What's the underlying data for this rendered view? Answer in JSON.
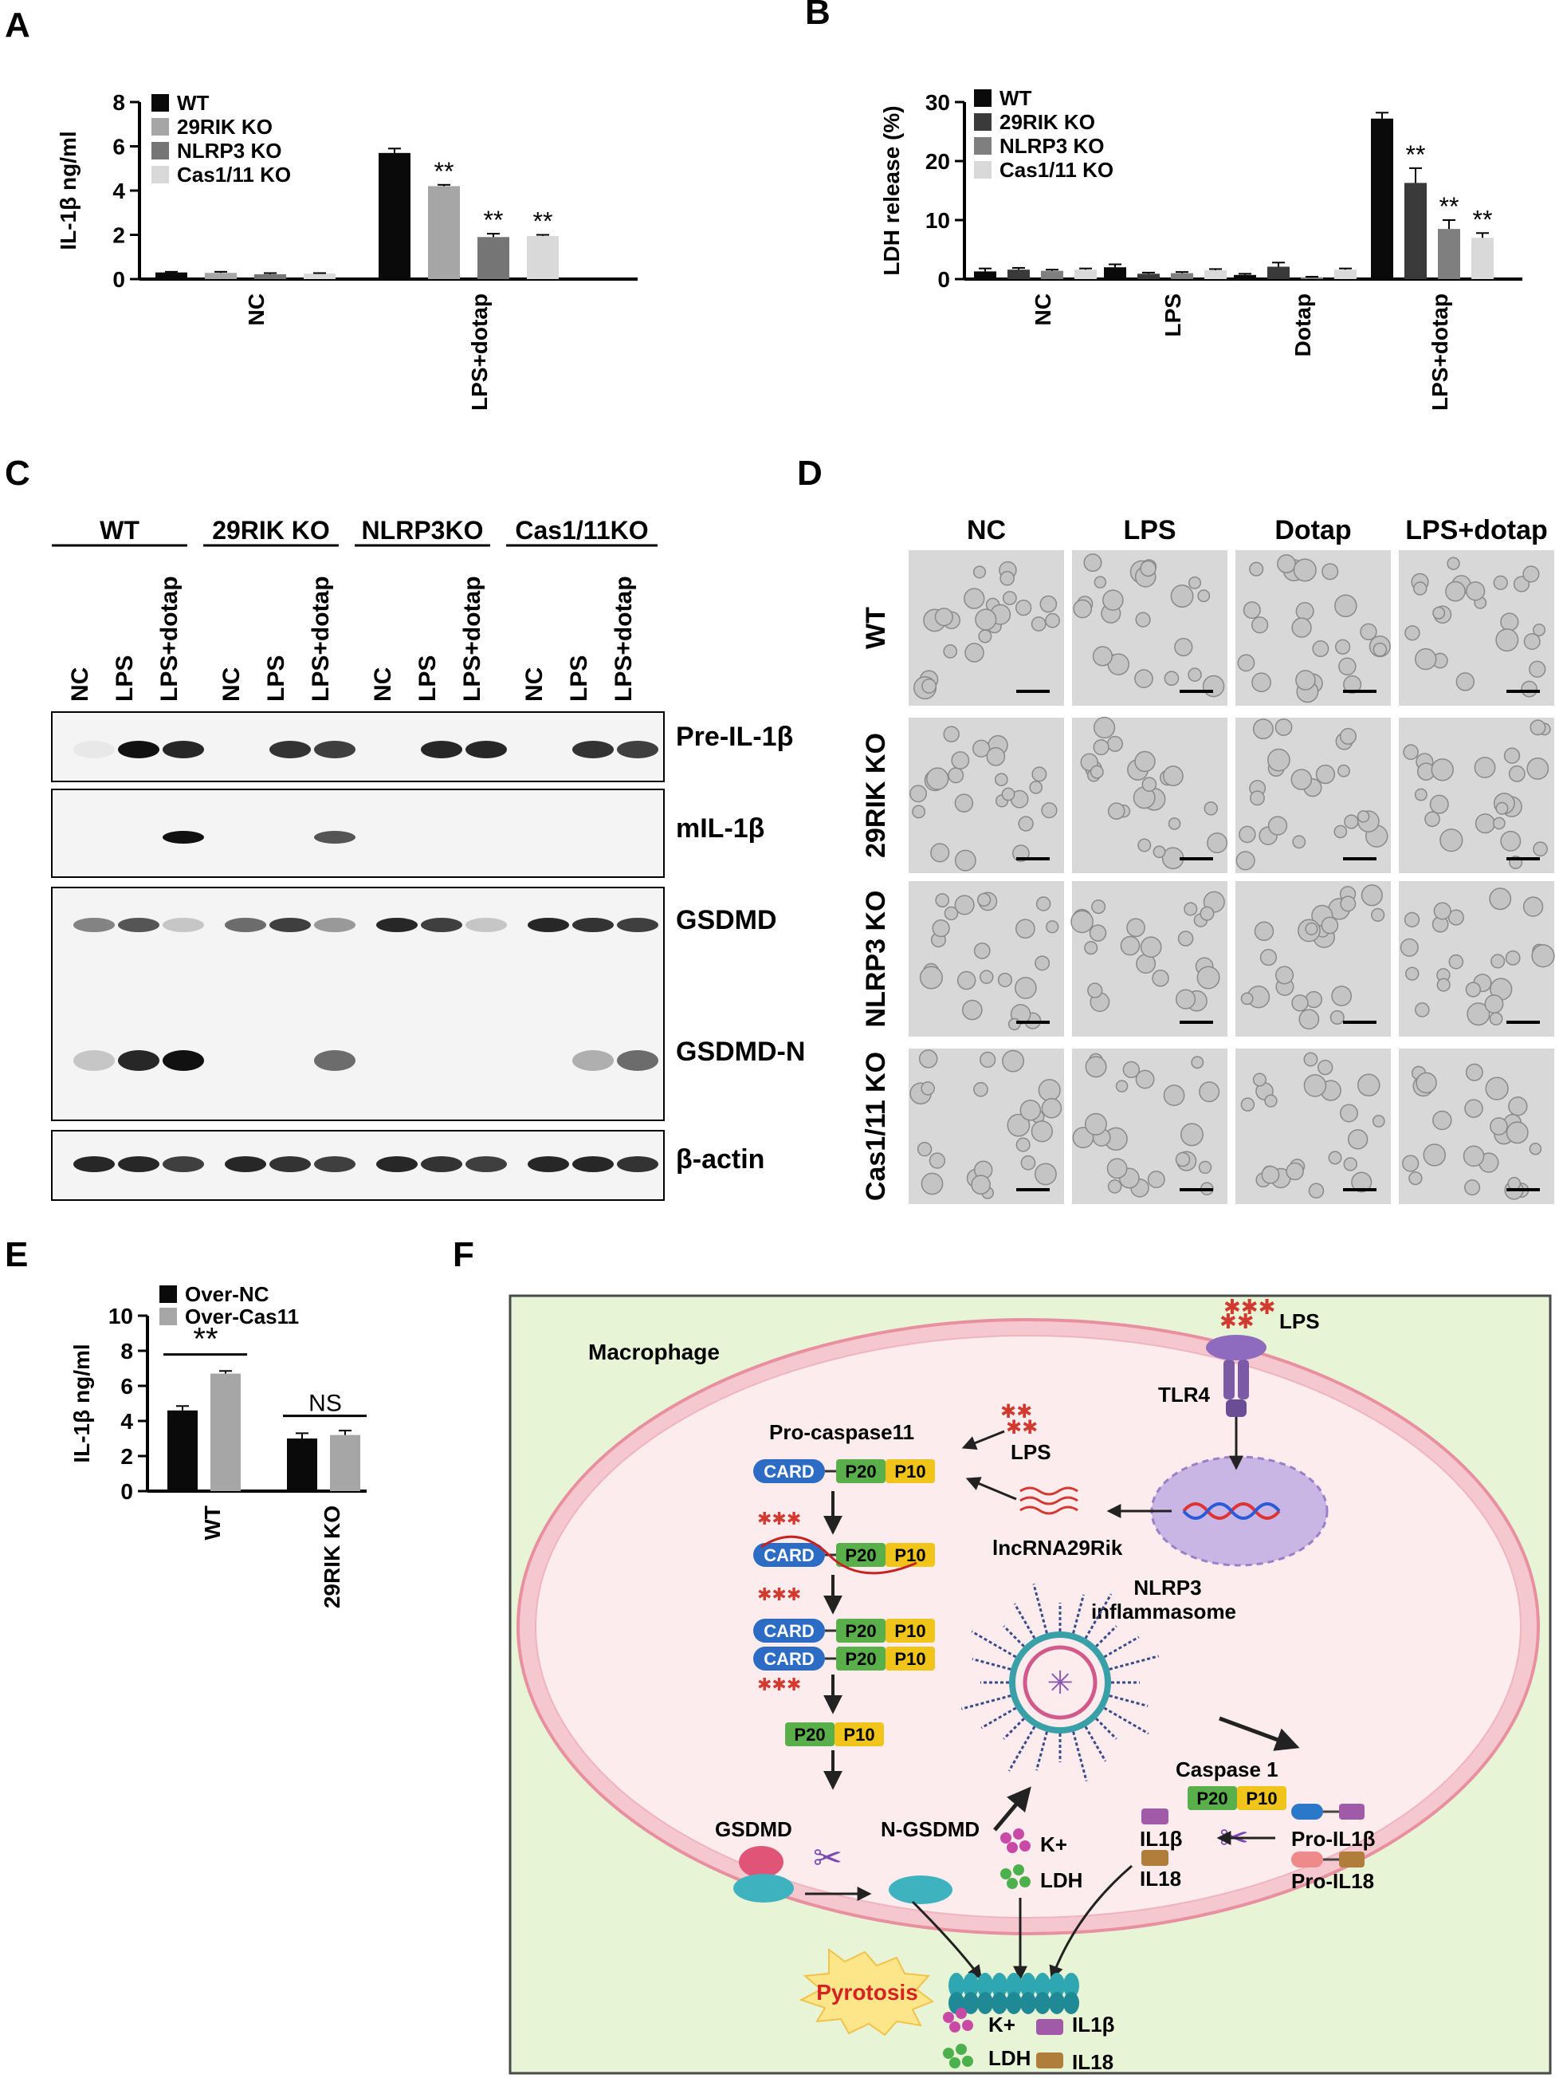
{
  "panels": {
    "A": "A",
    "B": "B",
    "C": "C",
    "D": "D",
    "E": "E",
    "F": "F"
  },
  "chart_data": [
    {
      "panel": "A",
      "type": "bar",
      "ylabel": "IL-1β ng/ml",
      "ylim": [
        0,
        8
      ],
      "yticks": [
        "0",
        "2",
        "4",
        "6",
        "8"
      ],
      "categories": [
        "NC",
        "LPS+dotap"
      ],
      "legend": [
        "WT",
        "29RIK KO",
        "NLRP3 KO",
        "Cas1/11 KO"
      ],
      "colors": [
        "#0a0a0a",
        "#a6a6a6",
        "#757575",
        "#d9d9d9"
      ],
      "series": [
        {
          "name": "WT",
          "values": [
            0.3,
            5.7
          ],
          "err": [
            0.03,
            0.2
          ],
          "sig": [
            "",
            ""
          ]
        },
        {
          "name": "29RIK KO",
          "values": [
            0.28,
            4.2
          ],
          "err": [
            0.05,
            0.06
          ],
          "sig": [
            "",
            "**"
          ]
        },
        {
          "name": "NLRP3 KO",
          "values": [
            0.22,
            1.9
          ],
          "err": [
            0.05,
            0.15
          ],
          "sig": [
            "",
            "**"
          ]
        },
        {
          "name": "Cas1/11 KO",
          "values": [
            0.25,
            1.95
          ],
          "err": [
            0.02,
            0.05
          ],
          "sig": [
            "",
            "**"
          ]
        }
      ]
    },
    {
      "panel": "B",
      "type": "bar",
      "ylabel": "LDH release (%)",
      "ylim": [
        0,
        30
      ],
      "yticks": [
        "0",
        "10",
        "20",
        "30"
      ],
      "categories": [
        "NC",
        "LPS",
        "Dotap",
        "LPS+dotap"
      ],
      "legend": [
        "WT",
        "29RIK KO",
        "NLRP3 KO",
        "Cas1/11 KO"
      ],
      "colors": [
        "#0a0a0a",
        "#3a3a3a",
        "#7f7f7f",
        "#d9d9d9"
      ],
      "series": [
        {
          "name": "WT",
          "values": [
            1.3,
            2.0,
            0.7,
            27.2
          ],
          "err": [
            0.5,
            0.5,
            0.2,
            1.0
          ],
          "sig": [
            "",
            "",
            "",
            ""
          ]
        },
        {
          "name": "29RIK KO",
          "values": [
            1.6,
            0.9,
            2.1,
            16.3
          ],
          "err": [
            0.3,
            0.2,
            0.7,
            2.5
          ],
          "sig": [
            "",
            "",
            "",
            "**"
          ]
        },
        {
          "name": "NLRP3 KO",
          "values": [
            1.4,
            1.0,
            0.3,
            8.5
          ],
          "err": [
            0.2,
            0.2,
            0.1,
            1.5
          ],
          "sig": [
            "",
            "",
            "",
            "**"
          ]
        },
        {
          "name": "Cas1/11 KO",
          "values": [
            1.6,
            1.5,
            1.6,
            7.0
          ],
          "err": [
            0.2,
            0.2,
            0.2,
            0.8
          ],
          "sig": [
            "",
            "",
            "",
            "**"
          ]
        }
      ]
    },
    {
      "panel": "E",
      "type": "bar",
      "ylabel": "IL-1β ng/ml",
      "ylim": [
        0,
        10
      ],
      "yticks": [
        "0",
        "2",
        "4",
        "6",
        "8",
        "10"
      ],
      "categories": [
        "WT",
        "29RIK KO"
      ],
      "legend": [
        "Over-NC",
        "Over-Cas11"
      ],
      "colors": [
        "#0a0a0a",
        "#a6a6a6"
      ],
      "series": [
        {
          "name": "Over-NC",
          "values": [
            4.6,
            3.0
          ],
          "err": [
            0.25,
            0.3
          ]
        },
        {
          "name": "Over-Cas11",
          "values": [
            6.7,
            3.2
          ],
          "err": [
            0.15,
            0.25
          ]
        }
      ],
      "comparisons": [
        {
          "category": "WT",
          "label": "**"
        },
        {
          "category": "29RIK KO",
          "label": "NS"
        }
      ]
    }
  ],
  "western": {
    "groups": [
      "WT",
      "29RIK KO",
      "NLRP3KO",
      "Cas1/11KO"
    ],
    "lanes": [
      "NC",
      "LPS",
      "LPS+dotap",
      "NC",
      "LPS",
      "LPS+dotap",
      "NC",
      "LPS",
      "LPS+dotap",
      "NC",
      "LPS",
      "LPS+dotap"
    ],
    "blots": [
      "Pre-IL-1β",
      "mIL-1β",
      "GSDMD",
      "GSDMD-N",
      "β-actin"
    ]
  },
  "micrographs": {
    "columns": [
      "NC",
      "LPS",
      "Dotap",
      "LPS+dotap"
    ],
    "rows": [
      "WT",
      "29RIK KO",
      "NLRP3 KO",
      "Cas1/11 KO"
    ]
  },
  "schematic": {
    "cell": "Macrophage",
    "lps_top": "LPS",
    "tlr4": "TLR4",
    "pro_caspase": "Pro-caspase11",
    "lps_inner": "LPS",
    "lncrna": "lncRNA29Rik",
    "card": "CARD",
    "p20": "P20",
    "p10": "P10",
    "nlrp3": "NLRP3",
    "inflammasome": "inflammasome",
    "caspase1": "Caspase 1",
    "gsdmd": "GSDMD",
    "n_gsdmd": "N-GSDMD",
    "k": "K+",
    "ldh": "LDH",
    "il1b": "IL1β",
    "il18": "IL18",
    "pro_il1b": "Pro-IL1β",
    "pro_il18": "Pro-IL18",
    "pyroptosis": "Pyrotosis"
  }
}
